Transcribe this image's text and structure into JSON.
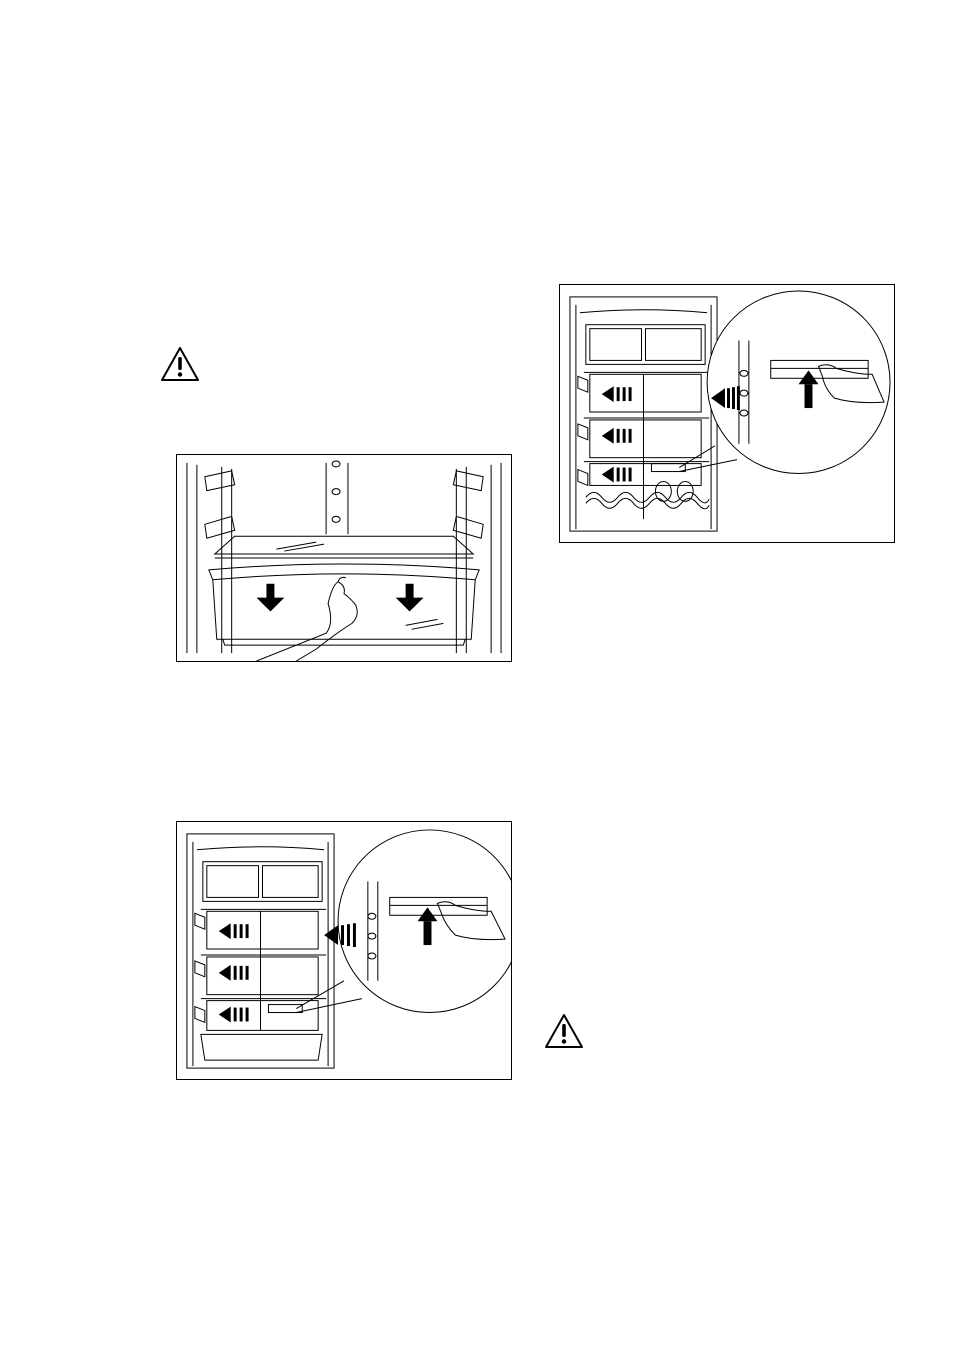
{
  "page": {
    "background": "#ffffff",
    "ink": "#000000"
  },
  "warnings": [
    {
      "icon": "warning-triangle-icon"
    },
    {
      "icon": "warning-triangle-icon"
    }
  ],
  "figures": [
    {
      "name": "crisper-drawer-removal-figure",
      "icons": [
        "hand-icon",
        "down-arrow-icon",
        "down-arrow-icon"
      ]
    },
    {
      "name": "shelf-adjustment-figure-bottom-drawer",
      "icons": [
        "hand-icon",
        "up-arrow-icon",
        "left-arrow-icon"
      ]
    },
    {
      "name": "shelf-adjustment-figure-bottle-rack",
      "icons": [
        "hand-icon",
        "up-arrow-icon",
        "left-arrow-icon"
      ]
    }
  ]
}
